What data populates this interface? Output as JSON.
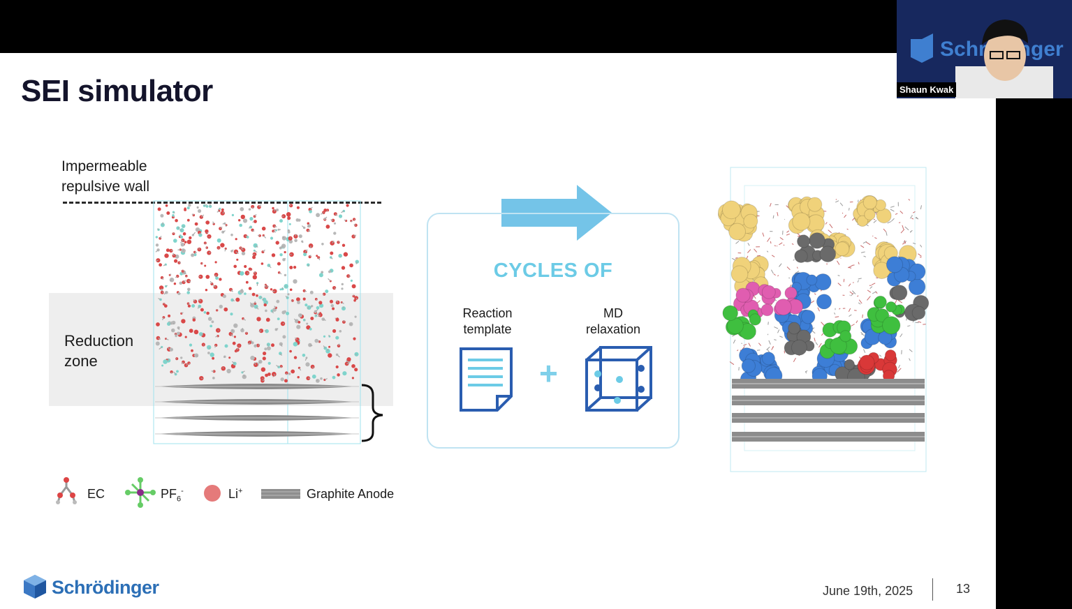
{
  "slide": {
    "title": "SEI simulator",
    "wall_label_line1": "Impermeable",
    "wall_label_line2": "repulsive wall",
    "reduction_label_line1": "Reduction",
    "reduction_label_line2": "zone",
    "cycles_title": "CYCLES OF",
    "reaction_label_line1": "Reaction",
    "reaction_label_line2": "template",
    "md_label_line1": "MD",
    "md_label_line2": "relaxation",
    "plus_sign": "+",
    "legend": [
      {
        "icon": "ec-molecule-icon",
        "label": "EC"
      },
      {
        "icon": "pf6-molecule-icon",
        "label": "PF",
        "sub": "6",
        "sup": "-"
      },
      {
        "icon": "li-ion-icon",
        "label": "Li",
        "sup": "+"
      },
      {
        "icon": "graphite-icon",
        "label": "Graphite Anode"
      }
    ],
    "logo_text": "Schrödinger",
    "date": "June 19th, 2025",
    "page_number": "13"
  },
  "video": {
    "presenter_name": "Shaun Kwak",
    "background_logo": "Schrödinger"
  },
  "colors": {
    "title": "#14142b",
    "accent": "#6ccbe6",
    "icon_blue": "#2a5db0",
    "logo_blue": "#2c6fb6"
  }
}
